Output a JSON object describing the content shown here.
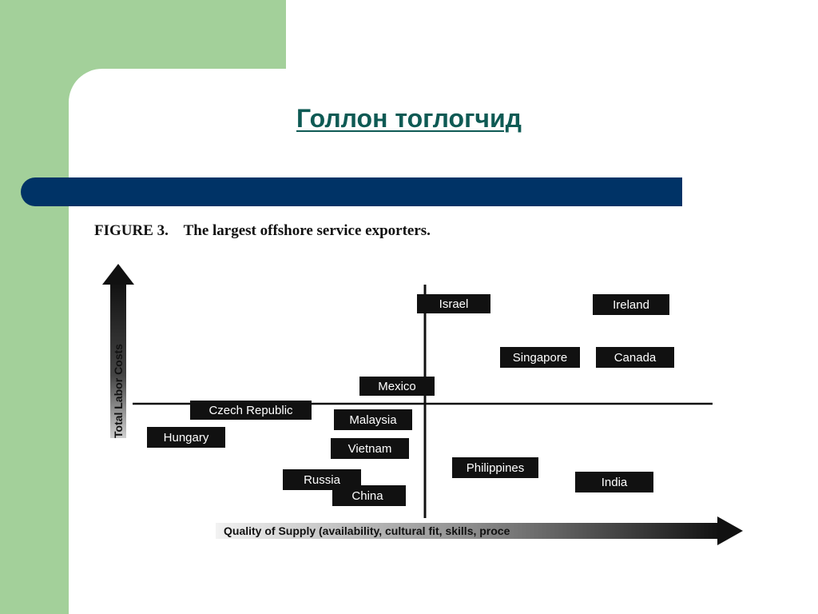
{
  "slide": {
    "title": "Голлон тоглогчид",
    "colors": {
      "green": "#a3d09a",
      "bar": "#003366",
      "title": "#0e5a54"
    }
  },
  "figure": {
    "label": "FIGURE 3.",
    "caption": "The largest offshore service exporters.",
    "y_axis_label": "Total Labor Costs",
    "x_axis_label": "Quality of Supply (availability, cultural fit, skills, proce"
  },
  "countries": [
    {
      "label": "Israel"
    },
    {
      "label": "Ireland"
    },
    {
      "label": "Singapore"
    },
    {
      "label": "Canada"
    },
    {
      "label": "Mexico"
    },
    {
      "label": "Czech Republic"
    },
    {
      "label": "Malaysia"
    },
    {
      "label": "Hungary"
    },
    {
      "label": "Vietnam"
    },
    {
      "label": "Philippines"
    },
    {
      "label": "India"
    },
    {
      "label": "Russia"
    },
    {
      "label": "China"
    }
  ]
}
